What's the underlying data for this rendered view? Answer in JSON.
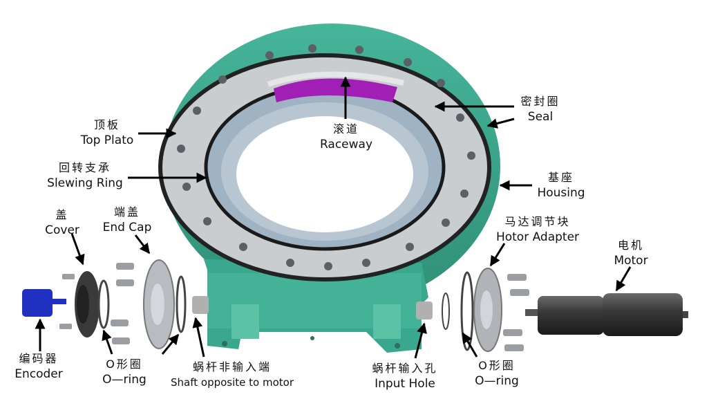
{
  "labels": {
    "top_plate": {
      "cn": "顶板",
      "en": "Top Plato"
    },
    "slewing_ring": {
      "cn": "回转支承",
      "en": "Slewing Ring"
    },
    "cover": {
      "cn": "盖",
      "en": "Cover"
    },
    "end_cap": {
      "cn": "端盖",
      "en": "End Cap"
    },
    "raceway": {
      "cn": "滚道",
      "en": "Raceway"
    },
    "seal": {
      "cn": "密封圈",
      "en": "Seal"
    },
    "housing": {
      "cn": "基座",
      "en": "Housing"
    },
    "motor_adapter": {
      "cn": "马达调节块",
      "en": "Hotor  Adapter"
    },
    "motor": {
      "cn": "电机",
      "en": "Motor"
    },
    "encoder": {
      "cn": "编码器",
      "en": "Encoder"
    },
    "o_ring_left": {
      "cn": "O形圈",
      "en": "O—ring"
    },
    "shaft_opposite": {
      "cn": "蜗杆非输入端",
      "en": "Shaft opposite to motor"
    },
    "input_hole": {
      "cn": "蜗杆输入孔",
      "en": "Input  Hole"
    },
    "o_ring_right": {
      "cn": "O形圈",
      "en": "O—ring"
    }
  },
  "colors": {
    "housing": "#3aa88e",
    "housing_dark": "#2a8a72",
    "plate": "#c9cdd0",
    "inner_ring": "#a9bccb",
    "raceway": "#a21fb5",
    "encoder": "#2030c0",
    "motor": "#3c3c3c"
  }
}
